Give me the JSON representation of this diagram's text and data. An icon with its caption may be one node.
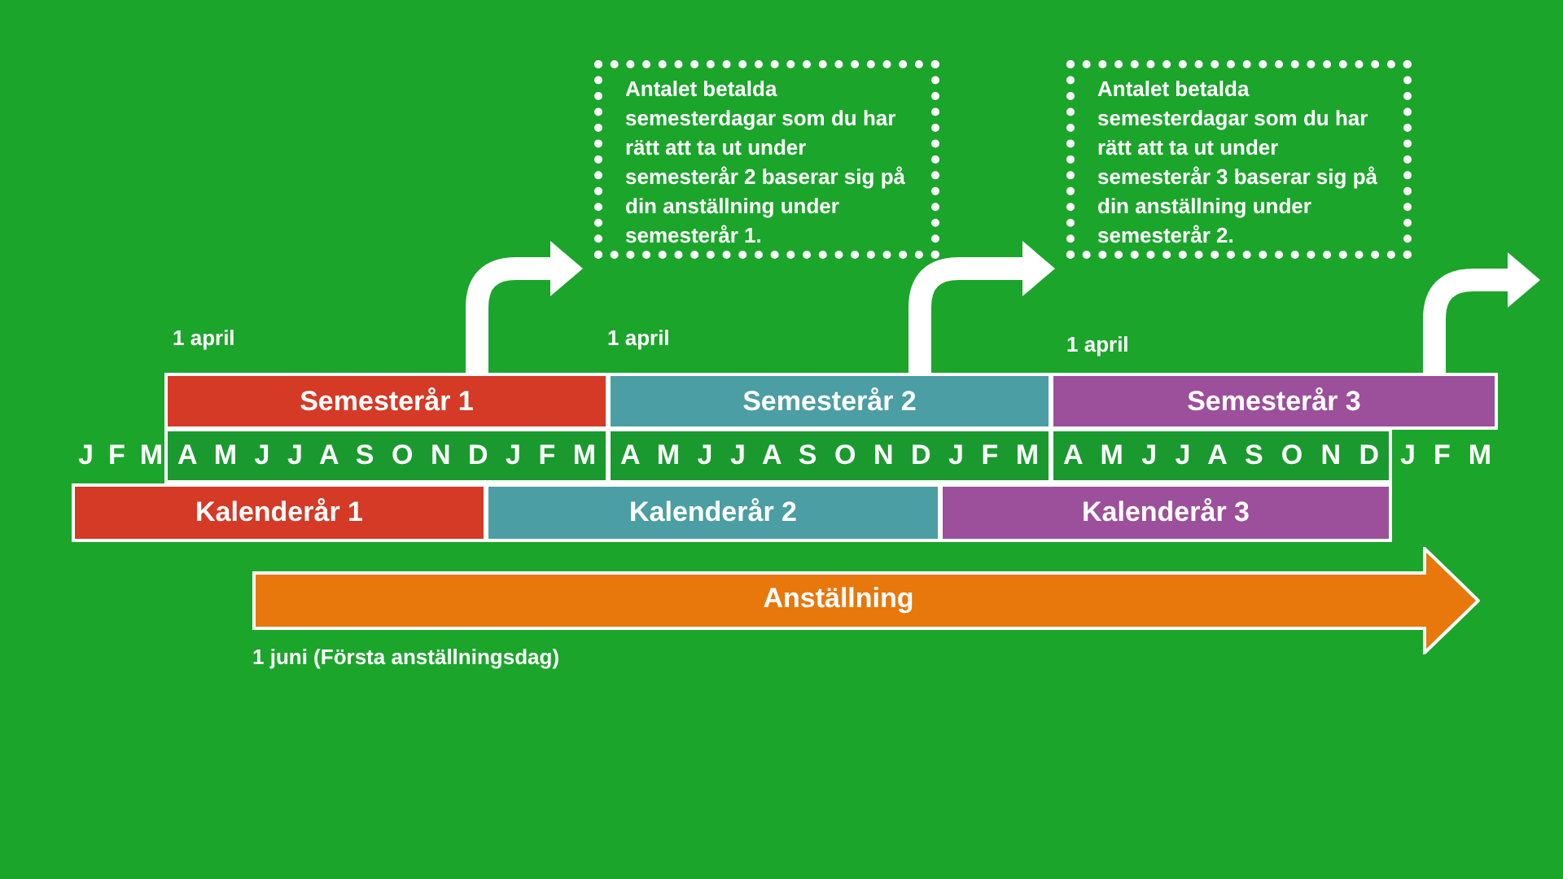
{
  "diagram": {
    "nodes": [
      {
        "text": [
          "Antalet betalda semesterdagar som du har rätt att ta ut under semesterår 2 baserar sig på din anställning under semesterår 1."
        ]
      },
      {
        "text": [
          "Antalet betalda semesterdagar som du har rätt att ta ut under semesterår 3 baserar sig på din anställning under semesterår 2."
        ]
      },
      {
        "text": [
          "Semesterår 1"
        ],
        "beside": [
          "1 april"
        ]
      },
      {
        "text": [
          "Semesterår 2"
        ],
        "beside": [
          "1 april"
        ]
      },
      {
        "text": [
          "Semesterår 3"
        ],
        "beside": [
          "1 april"
        ]
      },
      {
        "text": [
          "A M J J A S O N D J F M"
        ]
      },
      {
        "text": [
          "A M J J A S O N D J F M"
        ]
      },
      {
        "text": [
          "A M J J A S O N D"
        ]
      },
      {
        "text": [
          "Kalenderår 1"
        ]
      },
      {
        "text": [
          "Kalenderår 2"
        ]
      },
      {
        "text": [
          "Kalenderår 3"
        ]
      },
      {
        "text": [
          "Anställning"
        ],
        "beside": [
          "1 juni (Första anställningsdag)"
        ]
      }
    ],
    "edges": [
      {
        "from": 2,
        "to": 0,
        "arrow": "to"
      },
      {
        "from": 3,
        "to": 1,
        "arrow": "to"
      },
      {
        "from": 4,
        "to": null,
        "arrow": "to"
      }
    ],
    "labels": [
      "J F M",
      "J F M"
    ]
  }
}
